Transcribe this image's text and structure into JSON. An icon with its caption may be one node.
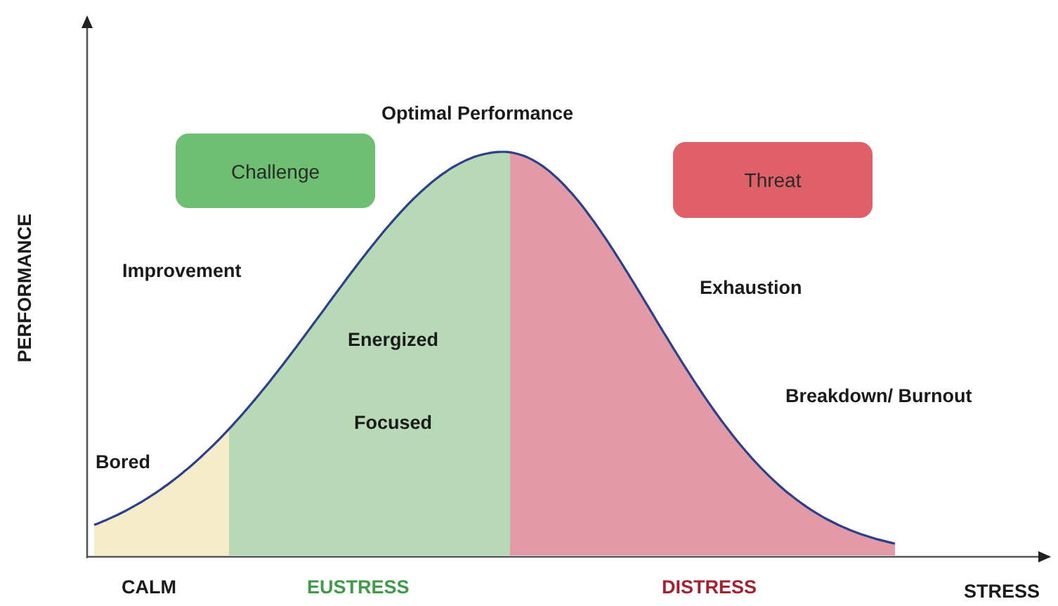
{
  "diagram": {
    "nodes": [
      {
        "text": [
          "Challenge"
        ]
      },
      {
        "text": [
          "Threat"
        ]
      }
    ],
    "labels": [
      "Optimal Performance",
      "Improvement",
      "Exhaustion",
      "Energized",
      "Breakdown/ Burnout",
      "Focused",
      "Bored",
      "CALM",
      "EUSTRESS",
      "DISTRESS",
      "STRESS",
      "PERFORMANCE"
    ]
  }
}
